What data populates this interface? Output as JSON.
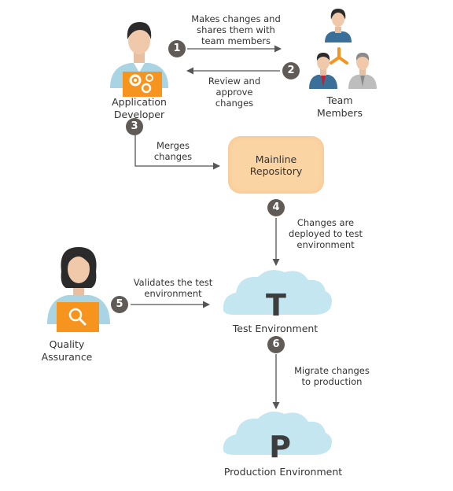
{
  "steps": {
    "s1": "1",
    "s2": "2",
    "s3": "3",
    "s4": "4",
    "s5": "5",
    "s6": "6"
  },
  "actors": {
    "developer": [
      "Application",
      "Developer"
    ],
    "team": [
      "Team",
      "Members"
    ],
    "qa": [
      "Quality",
      "Assurance"
    ]
  },
  "labels": {
    "makes_changes": [
      "Makes changes and",
      "shares them with",
      "team members"
    ],
    "review": [
      "Review and",
      "approve",
      "changes"
    ],
    "merges": [
      "Merges",
      "changes"
    ],
    "deployed": [
      "Changes are",
      "deployed to test",
      "environment"
    ],
    "validates": [
      "Validates the test",
      "environment"
    ],
    "migrate": [
      "Migrate changes",
      "to production"
    ]
  },
  "repository": [
    "Mainline",
    "Repository"
  ],
  "environments": {
    "test_letter": "T",
    "test_name": "Test Environment",
    "prod_letter": "P",
    "prod_name": "Production Environment"
  },
  "colors": {
    "orange": "#f7941d",
    "badge": "#605b57",
    "arrow": "#555555",
    "cloud": "#c4e6f0",
    "repo": "#fbd4a4"
  }
}
